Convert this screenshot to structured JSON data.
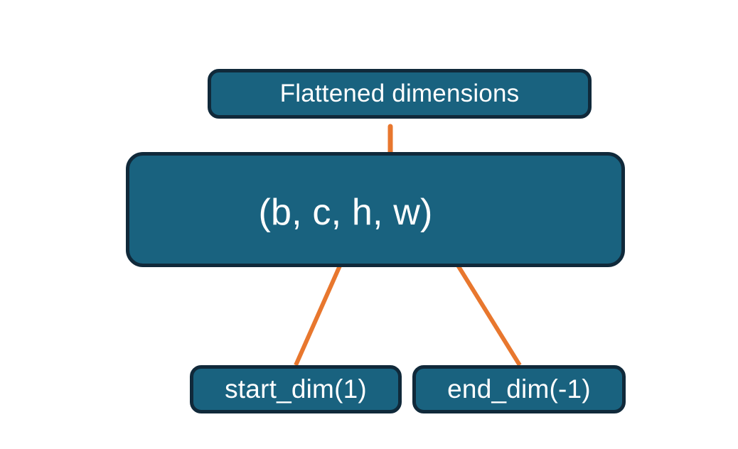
{
  "diagram": {
    "title_node": {
      "id": "flattened-dimensions",
      "label": "Flattened dimensions"
    },
    "shape_node": {
      "id": "tensor-shape",
      "label": "(b, c, h, w)"
    },
    "start_node": {
      "id": "start-dim",
      "label": "start_dim(1)"
    },
    "end_node": {
      "id": "end-dim",
      "label": "end_dim(-1)"
    },
    "connectors": {
      "brace": {
        "name": "flatten-range-brace",
        "points_to": "Flattened dimensions",
        "spans": "c, h, w"
      },
      "start_arrow": {
        "name": "start-dim-arrow",
        "from": "start_dim(1)",
        "to": "c"
      },
      "end_arrow": {
        "name": "end-dim-arrow",
        "from": "end_dim(-1)",
        "to": "w"
      }
    },
    "colors": {
      "node_fill": "#19627f",
      "node_border": "#10293a",
      "node_text": "#ffffff",
      "connector": "#e8772e",
      "background": "#ffffff"
    }
  }
}
